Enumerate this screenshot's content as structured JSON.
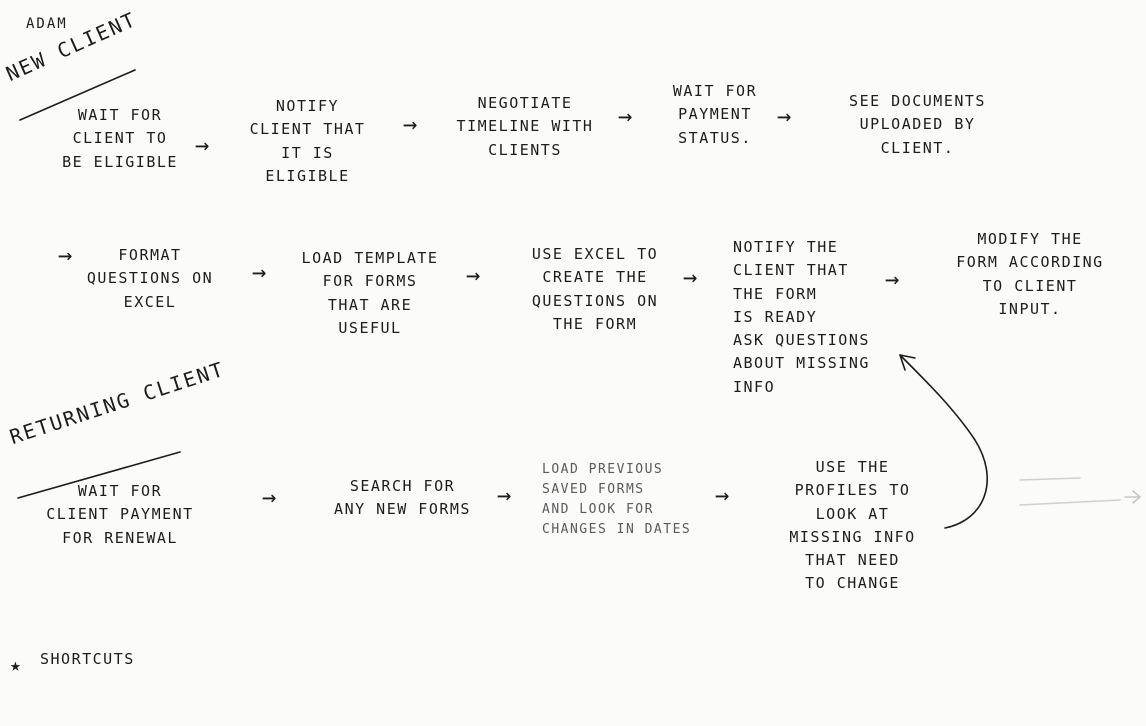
{
  "author": "ADAM",
  "sections": {
    "new_client": "NEW CLIENT",
    "returning_client": "RETURNING CLIENT"
  },
  "new_client_row1": [
    "WAIT FOR\nCLIENT TO\nBE ELIGIBLE",
    "NOTIFY\nCLIENT THAT\nIT IS ELIGIBLE",
    "NEGOTIATE\nTIMELINE WITH\nCLIENTS",
    "WAIT FOR\nPAYMENT\nSTATUS.",
    "SEE DOCUMENTS\nUPLOADED BY\nCLIENT."
  ],
  "new_client_row2": [
    "FORMAT\nQUESTIONS ON\nEXCEL",
    "LOAD TEMPLATE\nFOR FORMS\nTHAT ARE\nUSEFUL",
    "USE EXCEL TO\nCREATE THE\nQUESTIONS ON\nTHE FORM",
    "NOTIFY THE\nCLIENT THAT\nTHE FORM\nIS READY\nASK QUESTIONS\nABOUT MISSING\nINFO",
    "MODIFY THE\nFORM ACCORDING\nTO CLIENT\nINPUT."
  ],
  "returning_row": [
    "WAIT FOR\nCLIENT PAYMENT\nFOR RENEWAL",
    "SEARCH FOR\nANY NEW FORMS",
    "LOAD PREVIOUS\nSAVED FORMS\nAND LOOK FOR\nCHANGES IN DATES",
    "USE THE\nPROFILES TO\nLOOK AT\nMISSING INFO\nTHAT NEED\nTO CHANGE"
  ],
  "footer": {
    "star": "★",
    "label": "SHORTCUTS"
  }
}
